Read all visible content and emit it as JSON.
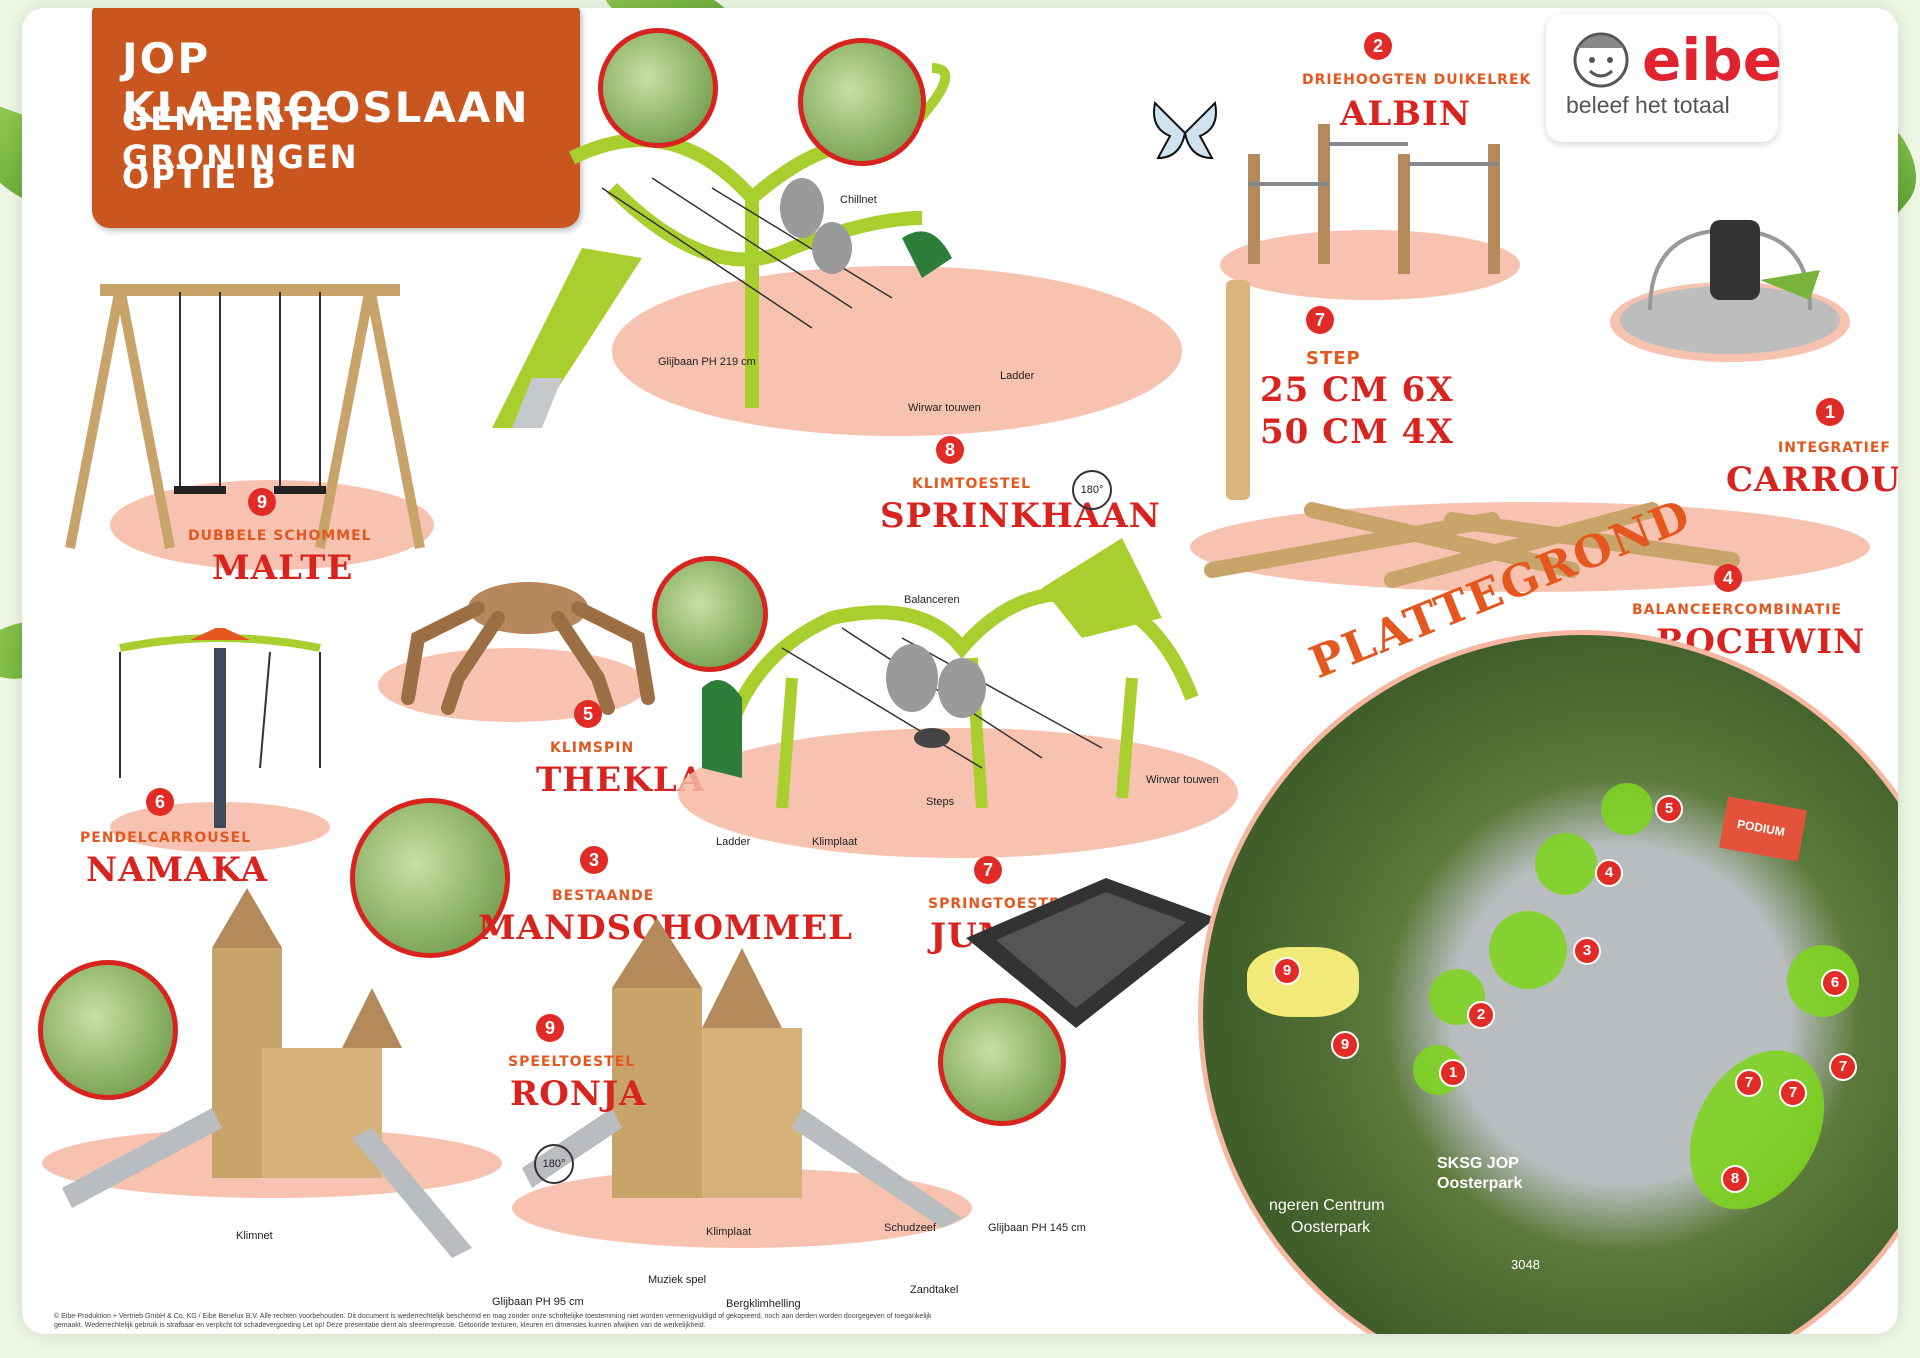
{
  "title": {
    "line1": "JOP KLAPROOSLAAN",
    "line2": "GEMEENTE GRONINGEN",
    "line3": "OPTIE B"
  },
  "logo": {
    "brand": "eibe",
    "tagline": "beleef het totaal"
  },
  "items": {
    "sprinkhaan": {
      "num": "8",
      "sub": "KLIMTOESTEL",
      "name": "SPRINKHAAN",
      "labels": [
        "Chillnet",
        "Glijbaan PH 219 cm",
        "Ladder",
        "Wirwar touwen"
      ],
      "rotation": "180°"
    },
    "albin": {
      "num": "2",
      "sub": "DRIEHOOGTEN DUIKELREK",
      "name": "ALBIN"
    },
    "step": {
      "num": "7",
      "l1": "STEP",
      "l2": "25 CM 6X",
      "l3": "50 CM 4X"
    },
    "carrousel": {
      "num": "1",
      "sub": "INTEGRATIEF",
      "name": "CARROUSEL"
    },
    "malte": {
      "num": "9",
      "sub": "DUBBELE SCHOMMEL",
      "name": "MALTE"
    },
    "thekla": {
      "num": "5",
      "sub": "KLIMSPIN",
      "name": "THEKLA"
    },
    "rochwin": {
      "num": "4",
      "sub": "BALANCEERCOMBINATIE",
      "name": "ROCHWIN"
    },
    "klimtoestel2": {
      "labels": [
        "Balanceren",
        "Wirwar touwen",
        "Steps",
        "Ladder",
        "Klimplaat"
      ]
    },
    "namaka": {
      "num": "6",
      "sub": "PENDELCARROUSEL",
      "name": "NAMAKA"
    },
    "mandschommel": {
      "num": "3",
      "sub": "BESTAANDE",
      "name": "MANDSCHOMMEL"
    },
    "jumpr": {
      "num": "7",
      "sub": "SPRINGTOESTEL",
      "name": "JUMP R"
    },
    "ronja": {
      "num": "9",
      "sub": "SPEELTOESTEL",
      "name": "RONJA",
      "labels": [
        "Klimnet",
        "Glijbaan PH 95 cm",
        "Klimplaat",
        "Schudzeef",
        "Glijbaan PH 145 cm",
        "Muziek spel",
        "Zandtakel",
        "Bergklimhelling"
      ],
      "rotation": "180°"
    }
  },
  "map": {
    "heading": "PLATTEGROND",
    "podium": "PODIUM",
    "place1": "SKSG JOP",
    "place2": "Oosterpark",
    "place3": "ngeren Centrum",
    "place4": "Oosterpark",
    "house_number": "3048",
    "markers": [
      "5",
      "4",
      "3",
      "6",
      "2",
      "9",
      "9",
      "1",
      "7",
      "7",
      "7",
      "8"
    ]
  },
  "disclaimer": "© Eibe-Produktion + Vertrieb GmbH & Co. KG / Eibe Benelux B.V. Alle rechten voorbehouden. Dit document is wederrechtelijk beschermd en mag zonder onze schriftelijke toestemming niet worden vermenigvuldigd of gekopieerd, noch aan derden worden doorgegeven of toegankelijk gemaakt. Wederrechtelijk gebruik is strafbaar en verplicht tot schadevergoeding Let op! Deze presentatie dient als sfeerimpressie. Getoonde texturen, kleuren en dimensies kunnen afwijken van de werkelijkheid.",
  "colors": {
    "accent": "#d8231f",
    "orange": "#c9561f",
    "floor": "#f6b7a2",
    "lime": "#a9cf2f"
  }
}
